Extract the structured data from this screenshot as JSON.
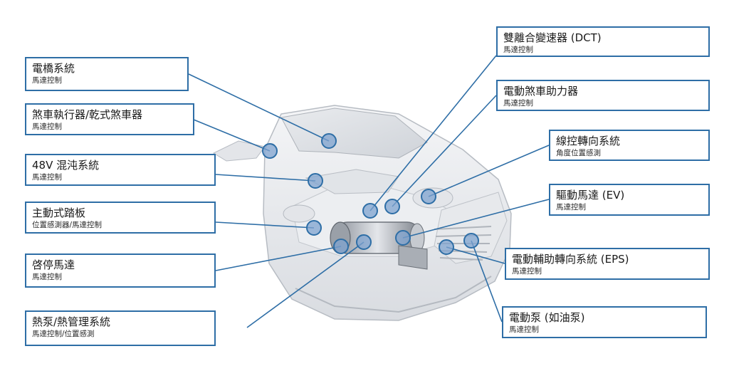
{
  "labels": [
    {
      "title": "電橋系統",
      "subtitle": "馬達控制"
    },
    {
      "title": "煞車執行器/乾式煞車器",
      "subtitle": "馬達控制"
    },
    {
      "title": "48V 混沌系統",
      "subtitle": "馬達控制"
    },
    {
      "title": "主動式踏板",
      "subtitle": "位置感測器/馬達控制"
    },
    {
      "title": "啓停馬達",
      "subtitle": "馬達控制"
    },
    {
      "title": "熱泵/熱管理系統",
      "subtitle": "馬達控制/位置感測"
    },
    {
      "title": "雙離合變速器 (DCT)",
      "subtitle": "馬達控制"
    },
    {
      "title": "電動煞車助力器",
      "subtitle": "馬達控制"
    },
    {
      "title": "線控轉向系統",
      "subtitle": "角度位置感測"
    },
    {
      "title": "驅動馬達 (EV)",
      "subtitle": "馬達控制"
    },
    {
      "title": "電動輔助轉向系統 (EPS)",
      "subtitle": "馬達控制"
    },
    {
      "title": "電動泵 (如油泵)",
      "subtitle": "馬達控制"
    }
  ],
  "colors": {
    "accent": "#2e6ea6",
    "marker": "#7fa3cf"
  }
}
